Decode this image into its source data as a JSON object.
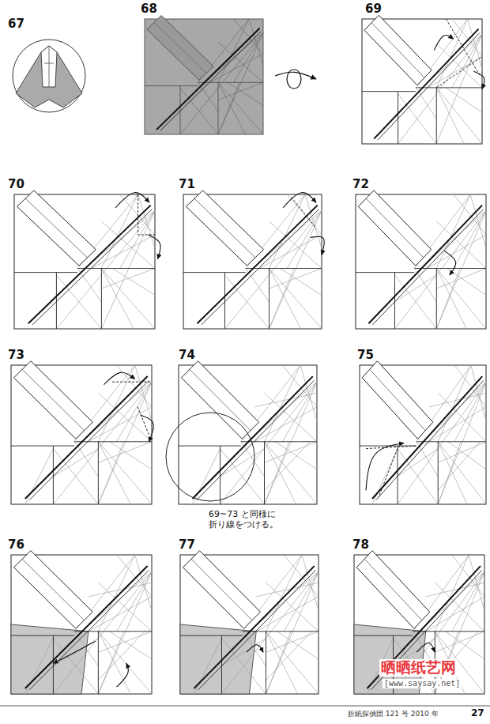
{
  "diagram": {
    "labels": [
      "67",
      "68",
      "69",
      "70",
      "71",
      "72",
      "73",
      "74",
      "75",
      "76",
      "77",
      "78",
      "69~73 と同様に 折り線をつける。",
      "折紙探偵団 121 号 2010 年",
      "27",
      "晒晒纸艺网",
      "[www.saysay.net]"
    ]
  }
}
